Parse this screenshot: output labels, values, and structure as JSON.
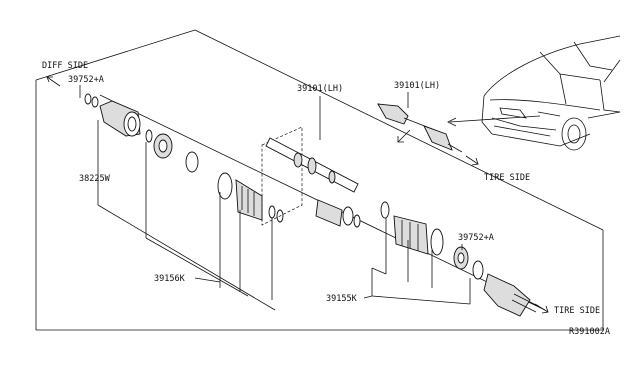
{
  "labels": {
    "diff_side": "DIFF SIDE",
    "tire_side_upper": "TIRE SIDE",
    "tire_side_lower": "TIRE SIDE",
    "part_39752A_left": "39752+A",
    "part_39752A_right": "39752+A",
    "part_38225W": "38225W",
    "part_39101LH_main": "39101(LH)",
    "part_39101LH_inset": "39101(LH)",
    "part_39156K": "39156K",
    "part_39155K": "39155K",
    "diagram_code": "R391002A"
  }
}
